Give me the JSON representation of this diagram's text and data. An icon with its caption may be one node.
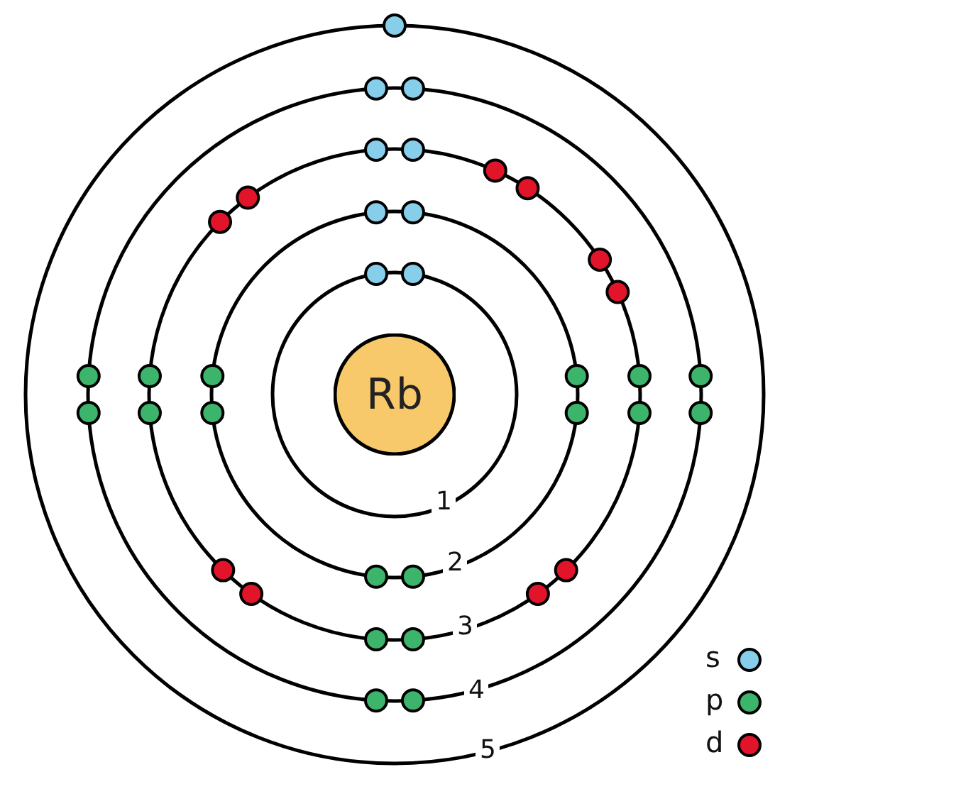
{
  "diagram": {
    "nodes": [
      {
        "text": [
          "Rb"
        ]
      }
    ],
    "labels": [
      "1",
      "2",
      "3",
      "4",
      "5"
    ],
    "legend": [
      {
        "text": "s",
        "color": "#87ceeb"
      },
      {
        "text": "p",
        "color": "#3cb46c"
      },
      {
        "text": "d",
        "color": "#e2142a"
      }
    ]
  }
}
